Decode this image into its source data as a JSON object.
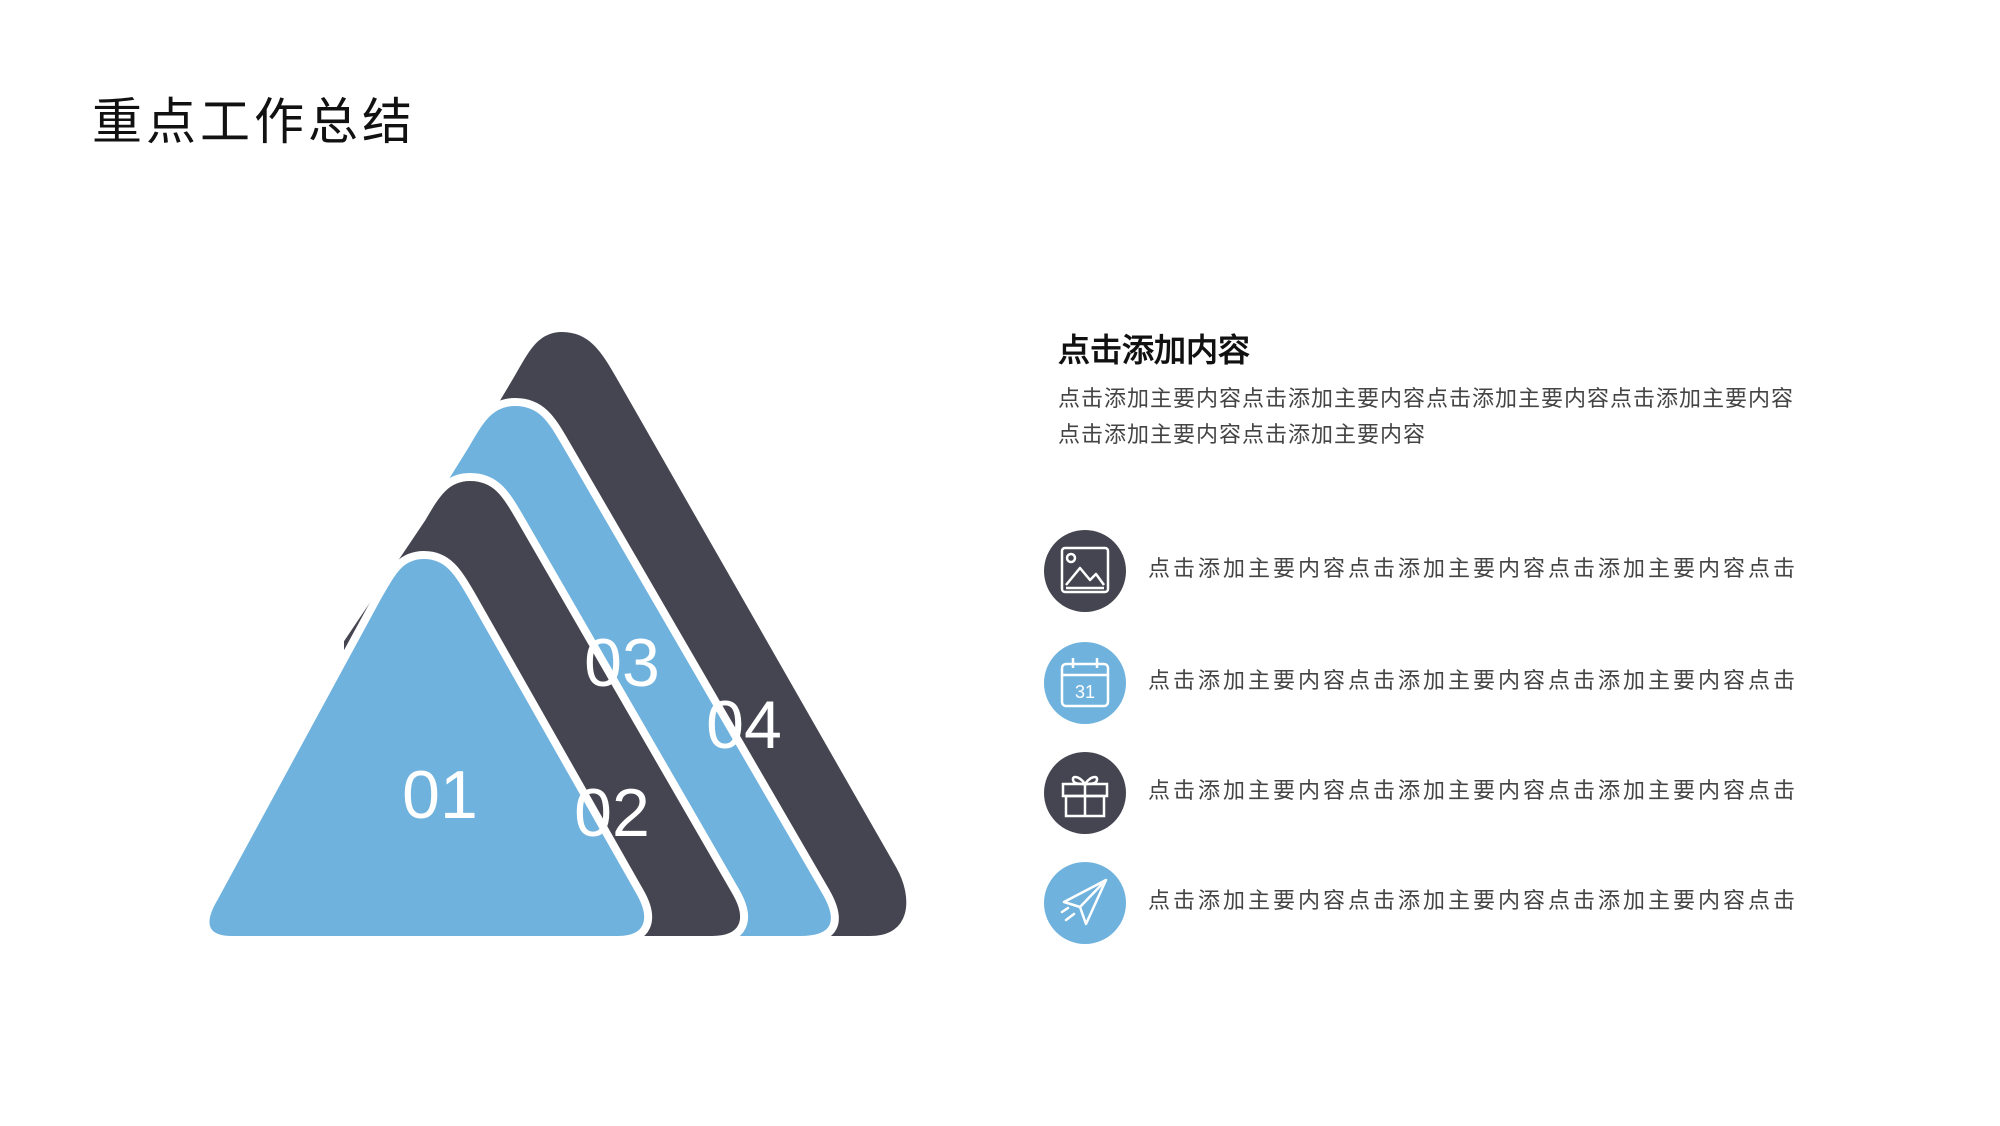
{
  "page": {
    "title": "重点工作总结"
  },
  "diagram": {
    "labels": [
      "01",
      "02",
      "03",
      "04"
    ],
    "colors": {
      "dark": "#454551",
      "light": "#6fb2dd"
    }
  },
  "main": {
    "heading": "点击添加内容",
    "description": "点击添加主要内容点击添加主要内容点击添加主要内容点击添加主要内容点击添加主要内容点击添加主要内容"
  },
  "items": [
    {
      "icon": "image-icon",
      "color": "#454551",
      "text": "点击添加主要内容点击添加主要内容点击添加主要内容点击"
    },
    {
      "icon": "calendar-icon",
      "color": "#6fb2dd",
      "text": "点击添加主要内容点击添加主要内容点击添加主要内容点击",
      "icon_text": "31"
    },
    {
      "icon": "gift-icon",
      "color": "#454551",
      "text": "点击添加主要内容点击添加主要内容点击添加主要内容点击"
    },
    {
      "icon": "paper-plane-icon",
      "color": "#6fb2dd",
      "text": "点击添加主要内容点击添加主要内容点击添加主要内容点击"
    }
  ]
}
